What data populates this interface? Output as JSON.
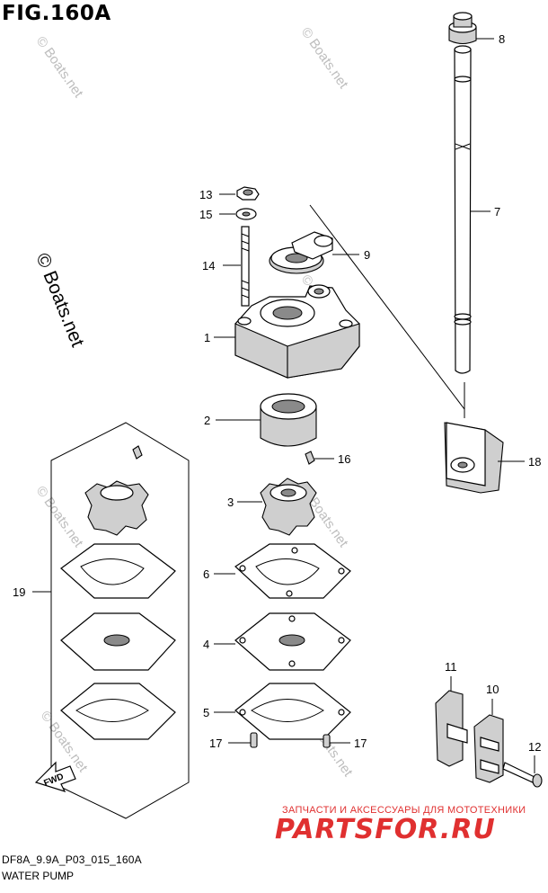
{
  "figure": {
    "title": "FIG.160A",
    "code": "DF8A_9.9A_P03_015_160A",
    "name": "WATER PUMP"
  },
  "watermark": {
    "text": "© Boats.net",
    "color": "#bdbdbd"
  },
  "fwd_label": "FWD",
  "brand": {
    "tagline": "ЗАПЧАСТИ И АКСЕССУАРЫ ДЛЯ МОТОТЕХНИКИ",
    "logo": "PARTSFOR.RU",
    "color": "#e03030"
  },
  "callouts": [
    {
      "id": "8",
      "part": "grommet"
    },
    {
      "id": "7",
      "part": "water-tube"
    },
    {
      "id": "13",
      "part": "nut"
    },
    {
      "id": "15",
      "part": "washer"
    },
    {
      "id": "9",
      "part": "tube-seal-guide"
    },
    {
      "id": "14",
      "part": "stud-bolt"
    },
    {
      "id": "1",
      "part": "pump-case"
    },
    {
      "id": "2",
      "part": "pump-liner"
    },
    {
      "id": "16",
      "part": "key"
    },
    {
      "id": "18",
      "part": "tube-seal"
    },
    {
      "id": "3",
      "part": "impeller"
    },
    {
      "id": "19",
      "part": "repair-kit"
    },
    {
      "id": "6",
      "part": "gasket-upper"
    },
    {
      "id": "4",
      "part": "under-panel"
    },
    {
      "id": "5",
      "part": "gasket-lower"
    },
    {
      "id": "11",
      "part": "clamp"
    },
    {
      "id": "10",
      "part": "clamp-holder"
    },
    {
      "id": "12",
      "part": "screw"
    },
    {
      "id": "17a",
      "label": "17",
      "part": "dowel-pin"
    },
    {
      "id": "17b",
      "label": "17",
      "part": "dowel-pin"
    }
  ]
}
